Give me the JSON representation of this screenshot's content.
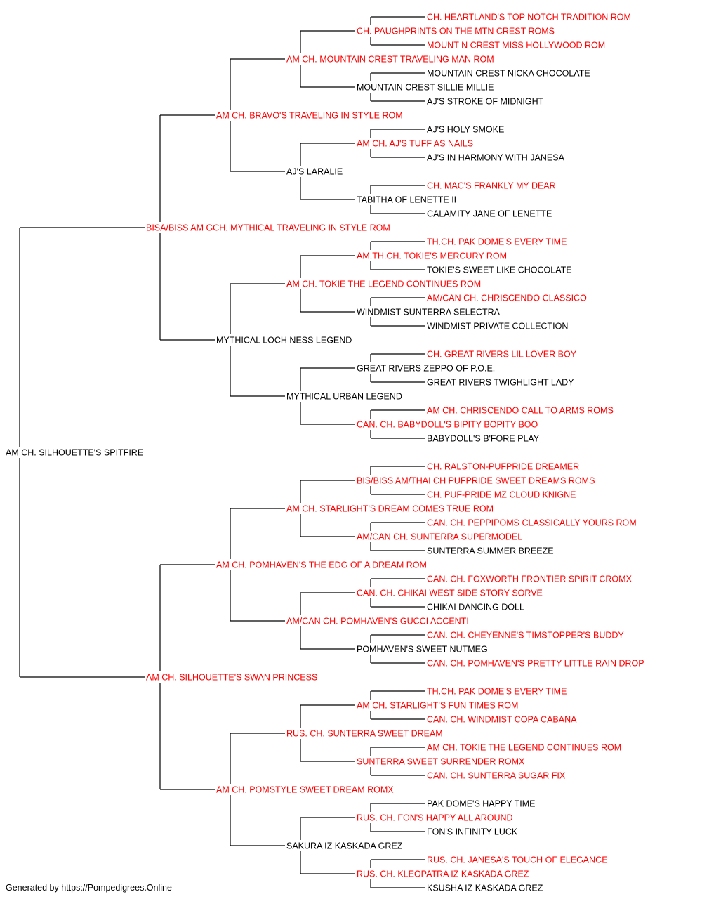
{
  "colors": {
    "champion": "#ff0000",
    "regular": "#000000",
    "line": "#000000",
    "background": "#ffffff"
  },
  "footer": "Generated by https://Pompedigrees.Online",
  "pedigree": {
    "name": "AM CH. SILHOUETTE'S SPITFIRE",
    "ch": false,
    "sire": {
      "name": "BISA/BISS AM GCH. MYTHICAL TRAVELING IN STYLE ROM",
      "ch": true,
      "sire": {
        "name": "AM CH. BRAVO'S TRAVELING IN STYLE ROM",
        "ch": true,
        "sire": {
          "name": "AM CH. MOUNTAIN CREST TRAVELING MAN ROM",
          "ch": true,
          "sire": {
            "name": "CH. PAUGHPRINTS ON THE MTN CREST ROMS",
            "ch": true,
            "sire": {
              "name": "CH. HEARTLAND'S TOP NOTCH TRADITION ROM",
              "ch": true
            },
            "dam": {
              "name": "MOUNT N CREST MISS HOLLYWOOD ROM",
              "ch": true
            }
          },
          "dam": {
            "name": "MOUNTAIN CREST SILLIE MILLIE",
            "ch": false,
            "sire": {
              "name": "MOUNTAIN CREST NICKA CHOCOLATE",
              "ch": false
            },
            "dam": {
              "name": "AJ'S STROKE OF MIDNIGHT",
              "ch": false
            }
          }
        },
        "dam": {
          "name": "AJ'S LARALIE",
          "ch": false,
          "sire": {
            "name": "AM CH. AJ'S TUFF AS NAILS",
            "ch": true,
            "sire": {
              "name": "AJ'S HOLY SMOKE",
              "ch": false
            },
            "dam": {
              "name": "AJ'S IN HARMONY WITH JANESA",
              "ch": false
            }
          },
          "dam": {
            "name": "TABITHA OF LENETTE II",
            "ch": false,
            "sire": {
              "name": "CH. MAC'S FRANKLY MY DEAR",
              "ch": true
            },
            "dam": {
              "name": "CALAMITY JANE OF LENETTE",
              "ch": false
            }
          }
        }
      },
      "dam": {
        "name": "MYTHICAL LOCH NESS LEGEND",
        "ch": false,
        "sire": {
          "name": "AM CH. TOKIE THE LEGEND CONTINUES ROM",
          "ch": true,
          "sire": {
            "name": "AM.TH.CH. TOKIE'S MERCURY ROM",
            "ch": true,
            "sire": {
              "name": "TH.CH. PAK DOME'S EVERY TIME",
              "ch": true
            },
            "dam": {
              "name": "TOKIE'S SWEET LIKE CHOCOLATE",
              "ch": false
            }
          },
          "dam": {
            "name": "WINDMIST SUNTERRA SELECTRA",
            "ch": false,
            "sire": {
              "name": "AM/CAN CH. CHRISCENDO CLASSICO",
              "ch": true
            },
            "dam": {
              "name": "WINDMIST PRIVATE COLLECTION",
              "ch": false
            }
          }
        },
        "dam": {
          "name": "MYTHICAL URBAN LEGEND",
          "ch": false,
          "sire": {
            "name": "GREAT RIVERS ZEPPO OF P.O.E.",
            "ch": false,
            "sire": {
              "name": "CH. GREAT RIVERS LIL LOVER BOY",
              "ch": true
            },
            "dam": {
              "name": "GREAT RIVERS TWIGHLIGHT LADY",
              "ch": false
            }
          },
          "dam": {
            "name": "CAN. CH. BABYDOLL'S BIPITY BOPITY BOO",
            "ch": true,
            "sire": {
              "name": "AM CH. CHRISCENDO CALL TO ARMS ROMS",
              "ch": true
            },
            "dam": {
              "name": "BABYDOLL'S B'FORE PLAY",
              "ch": false
            }
          }
        }
      }
    },
    "dam": {
      "name": "AM CH. SILHOUETTE'S SWAN PRINCESS",
      "ch": true,
      "sire": {
        "name": "AM CH. POMHAVEN'S THE EDG OF A DREAM ROM",
        "ch": true,
        "sire": {
          "name": "AM CH. STARLIGHT'S DREAM COMES TRUE ROM",
          "ch": true,
          "sire": {
            "name": "BIS/BISS AM/THAI CH PUFPRIDE SWEET DREAMS ROMS",
            "ch": true,
            "sire": {
              "name": "CH. RALSTON-PUFPRIDE DREAMER",
              "ch": true
            },
            "dam": {
              "name": "CH. PUF-PRIDE MZ CLOUD KNIGNE",
              "ch": true
            }
          },
          "dam": {
            "name": "AM/CAN CH. SUNTERRA SUPERMODEL",
            "ch": true,
            "sire": {
              "name": "CAN. CH. PEPPIPOMS CLASSICALLY YOURS ROM",
              "ch": true
            },
            "dam": {
              "name": "SUNTERRA SUMMER BREEZE",
              "ch": false
            }
          }
        },
        "dam": {
          "name": "AM/CAN CH. POMHAVEN'S GUCCI ACCENTI",
          "ch": true,
          "sire": {
            "name": "CAN. CH. CHIKAI WEST SIDE STORY SORVE",
            "ch": true,
            "sire": {
              "name": "CAN. CH. FOXWORTH FRONTIER SPIRIT CROMX",
              "ch": true
            },
            "dam": {
              "name": "CHIKAI DANCING DOLL",
              "ch": false
            }
          },
          "dam": {
            "name": "POMHAVEN'S SWEET NUTMEG",
            "ch": false,
            "sire": {
              "name": "CAN. CH. CHEYENNE'S TIMSTOPPER'S BUDDY",
              "ch": true
            },
            "dam": {
              "name": "CAN. CH. POMHAVEN'S PRETTY LITTLE RAIN DROP",
              "ch": true
            }
          }
        }
      },
      "dam": {
        "name": "AM CH. POMSTYLE SWEET DREAM ROMX",
        "ch": true,
        "sire": {
          "name": "RUS. CH. SUNTERRA SWEET DREAM",
          "ch": true,
          "sire": {
            "name": "AM CH. STARLIGHT'S FUN TIMES ROM",
            "ch": true,
            "sire": {
              "name": "TH.CH. PAK DOME'S EVERY TIME",
              "ch": true
            },
            "dam": {
              "name": "CAN. CH. WINDMIST COPA CABANA",
              "ch": true
            }
          },
          "dam": {
            "name": "SUNTERRA SWEET SURRENDER ROMX",
            "ch": true,
            "sire": {
              "name": "AM CH. TOKIE THE LEGEND CONTINUES ROM",
              "ch": true
            },
            "dam": {
              "name": "CAN. CH. SUNTERRA SUGAR FIX",
              "ch": true
            }
          }
        },
        "dam": {
          "name": "SAKURA IZ KASKADA GREZ",
          "ch": false,
          "sire": {
            "name": "RUS. CH. FON'S HAPPY ALL AROUND",
            "ch": true,
            "sire": {
              "name": "PAK DOME'S HAPPY TIME",
              "ch": false
            },
            "dam": {
              "name": "FON'S INFINITY LUCK",
              "ch": false
            }
          },
          "dam": {
            "name": "RUS. CH. KLEOPATRA IZ KASKADA GREZ",
            "ch": true,
            "sire": {
              "name": "RUS. CH. JANESA'S TOUCH OF ELEGANCE",
              "ch": true
            },
            "dam": {
              "name": "KSUSHA IZ KASKADA GREZ",
              "ch": false
            }
          }
        }
      }
    }
  }
}
